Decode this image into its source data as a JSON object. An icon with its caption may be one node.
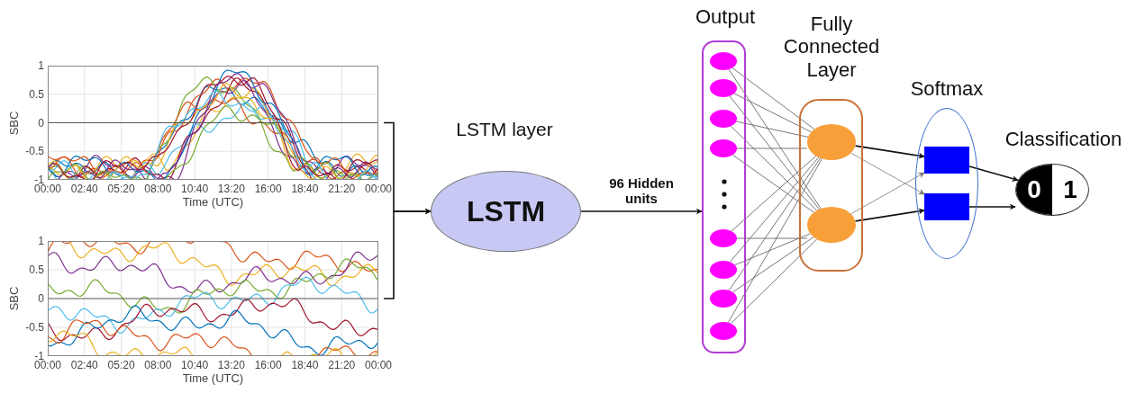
{
  "diagram": {
    "nodes": [
      {
        "text": [],
        "shape": "picture",
        "beside": [
          "1",
          "0.5",
          "0",
          "-0.5",
          "-1",
          "SBC",
          "00:00",
          "02:40",
          "05:20",
          "08:00",
          "10:40",
          "13:20",
          "16:00",
          "18:40",
          "21:20",
          "00:00",
          "Time (UTC)"
        ]
      },
      {
        "text": [],
        "shape": "picture",
        "beside": [
          "1",
          "0.5",
          "0",
          "-0.5",
          "-1",
          "SBC",
          "00:00",
          "02:40",
          "05:20",
          "08:00",
          "10:40",
          "13:20",
          "16:00",
          "18:40",
          "21:20",
          "00:00",
          "Time (UTC)"
        ]
      },
      {
        "text": [
          "LSTM layer",
          "LSTM"
        ]
      },
      {
        "text": [
          "Output"
        ]
      },
      {
        "text": [],
        "shape": "circle",
        "in": 3
      },
      {
        "text": [],
        "shape": "circle",
        "in": 3
      },
      {
        "text": [],
        "shape": "circle",
        "in": 3
      },
      {
        "text": [],
        "shape": "circle",
        "in": 3
      },
      {
        "text": [],
        "shape": "circle",
        "in": 3
      },
      {
        "text": [],
        "shape": "circle",
        "in": 3
      },
      {
        "text": [],
        "shape": "circle",
        "in": 3
      },
      {
        "text": [],
        "shape": "circle",
        "in": 3
      },
      {
        "text": [
          "Fully Connected Layer"
        ]
      },
      {
        "text": [],
        "shape": "circle",
        "in": 12
      },
      {
        "text": [],
        "shape": "circle",
        "in": 12
      },
      {
        "text": [
          "Softmax"
        ]
      },
      {
        "text": [],
        "shape": "box",
        "in": 15
      },
      {
        "text": [],
        "shape": "box",
        "in": 15
      },
      {
        "text": [
          "Classification",
          "0",
          "1"
        ]
      }
    ],
    "edges": [
      {
        "from": 0,
        "to": 2,
        "arrow": "to"
      },
      {
        "from": 1,
        "to": 2,
        "arrow": "to"
      },
      {
        "from": 2,
        "to": 3,
        "label": "96 Hidden units",
        "arrow": "to"
      },
      {
        "from": 4,
        "to": 13,
        "arrow": "none"
      },
      {
        "from": 4,
        "to": 14,
        "arrow": "none"
      },
      {
        "from": 5,
        "to": 13,
        "arrow": "none"
      },
      {
        "from": 5,
        "to": 14,
        "arrow": "none"
      },
      {
        "from": 6,
        "to": 13,
        "arrow": "none"
      },
      {
        "from": 6,
        "to": 14,
        "arrow": "none"
      },
      {
        "from": 7,
        "to": 13,
        "arrow": "none"
      },
      {
        "from": 7,
        "to": 14,
        "arrow": "none"
      },
      {
        "from": 8,
        "to": 13,
        "arrow": "none"
      },
      {
        "from": 8,
        "to": 14,
        "arrow": "none"
      },
      {
        "from": 9,
        "to": 13,
        "arrow": "none"
      },
      {
        "from": 9,
        "to": 14,
        "arrow": "none"
      },
      {
        "from": 10,
        "to": 13,
        "arrow": "none"
      },
      {
        "from": 10,
        "to": 14,
        "arrow": "none"
      },
      {
        "from": 11,
        "to": 13,
        "arrow": "none"
      },
      {
        "from": 11,
        "to": 14,
        "arrow": "none"
      },
      {
        "from": 13,
        "to": 16,
        "arrow": "to"
      },
      {
        "from": 13,
        "to": 17,
        "arrow": "to",
        "color": "#777777"
      },
      {
        "from": 14,
        "to": 16,
        "arrow": "to",
        "color": "#777777"
      },
      {
        "from": 14,
        "to": 17,
        "arrow": "to"
      },
      {
        "from": 16,
        "to": 18,
        "arrow": "to"
      },
      {
        "from": 17,
        "to": 18,
        "arrow": "to"
      }
    ]
  }
}
